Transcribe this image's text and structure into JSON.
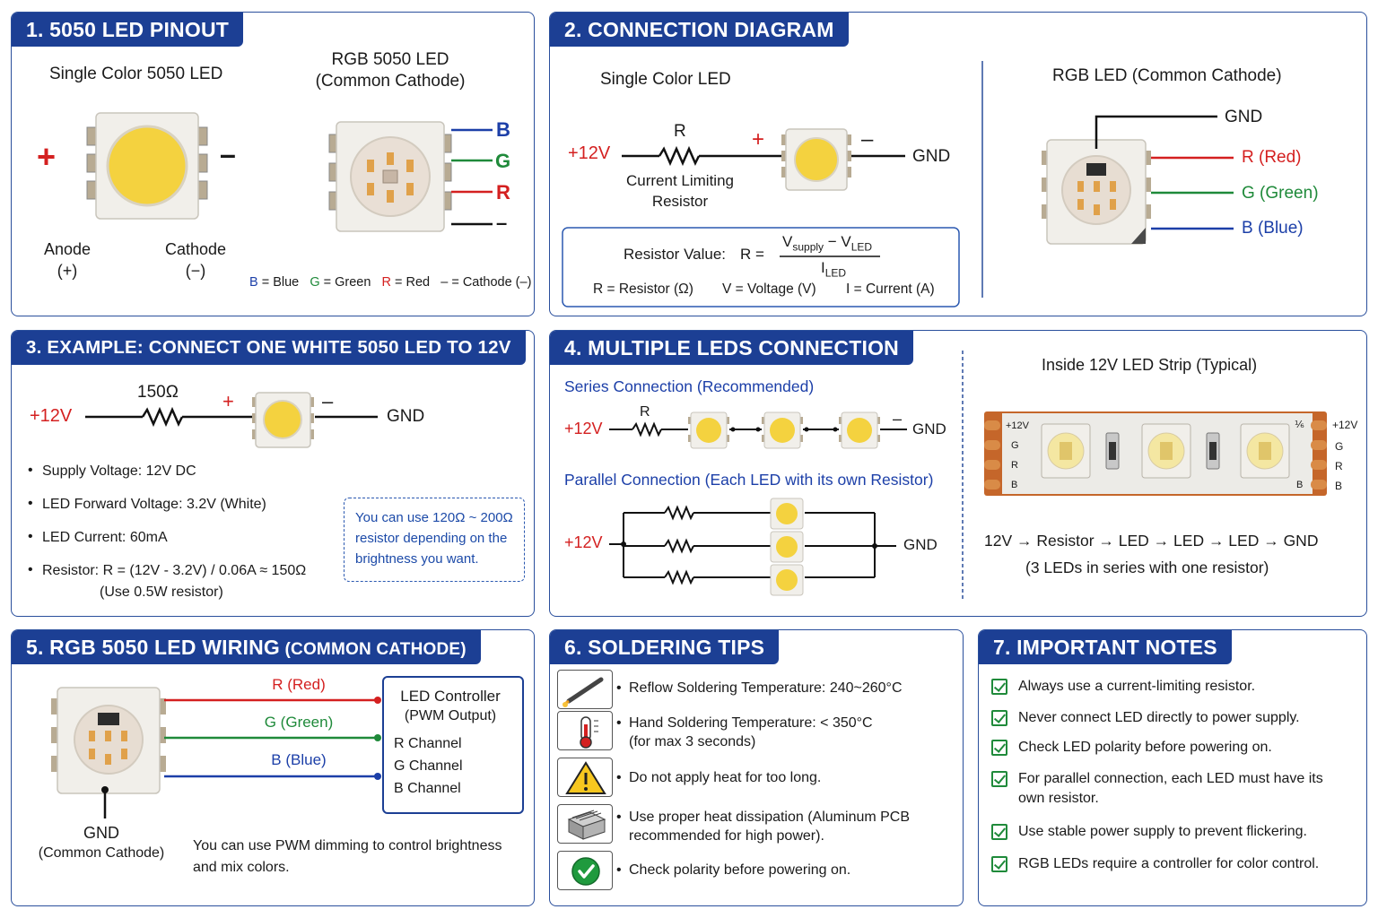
{
  "colors": {
    "title_bg": "#1c3f94",
    "border": "#2a4f9c",
    "red": "#d42020",
    "green": "#1f8a3a",
    "blue": "#1c3fa8",
    "black": "#111111"
  },
  "panel1": {
    "title": "1. 5050 LED PINOUT",
    "single_title": "Single Color 5050 LED",
    "plus": "+",
    "minus": "–",
    "anode": "Anode",
    "anode_sign": "(+)",
    "cathode": "Cathode",
    "cathode_sign": "(−)",
    "rgb_title_1": "RGB 5050 LED",
    "rgb_title_2": "(Common Cathode)",
    "pins": [
      "B",
      "G",
      "R",
      "–"
    ],
    "legend": [
      {
        "key": "B",
        "text": " = Blue"
      },
      {
        "key": "G",
        "text": " = Green"
      },
      {
        "key": "R",
        "text": " = Red"
      },
      {
        "key": "–",
        "text": " = Cathode (–)"
      }
    ]
  },
  "panel2": {
    "title": "2. CONNECTION DIAGRAM",
    "single_title": "Single Color LED",
    "vplus": "+12V",
    "r_label": "R",
    "plus": "+",
    "minus": "–",
    "gnd": "GND",
    "resistor_caption_1": "Current Limiting",
    "resistor_caption_2": "Resistor",
    "formula_label": "Resistor Value:",
    "formula_r": "R =",
    "num_v": "V",
    "num_supply": "supply",
    "num_minus": " − V",
    "num_led": "LED",
    "den_i": "I",
    "den_led": "LED",
    "legend_r": "R = Resistor (Ω)",
    "legend_v": "V = Voltage (V)",
    "legend_i": "I = Current (A)",
    "rgb_title": "RGB LED (Common Cathode)",
    "rgb_pins": [
      "GND",
      "R (Red)",
      "G (Green)",
      "B (Blue)"
    ]
  },
  "panel3": {
    "title": "3. EXAMPLE: CONNECT ONE WHITE 5050 LED TO 12V",
    "vplus": "+12V",
    "resistor": "150Ω",
    "plus": "+",
    "minus": "–",
    "gnd": "GND",
    "bullets": [
      "Supply Voltage: 12V DC",
      "LED Forward Voltage: 3.2V (White)",
      "LED Current: 60mA",
      "Resistor: R = (12V - 3.2V) / 0.06A ≈ 150Ω"
    ],
    "bullet_sub": "(Use 0.5W resistor)",
    "note_1": "You can use 120Ω ~ 200Ω",
    "note_2": "resistor depending on the",
    "note_3": "brightness you want."
  },
  "panel4": {
    "title": "4. MULTIPLE LEDS CONNECTION",
    "series_title": "Series Connection (Recommended)",
    "vplus": "+12V",
    "r_label": "R",
    "minus": "–",
    "gnd": "GND",
    "parallel_title": "Parallel Connection (Each LED with its own Resistor)",
    "strip_title": "Inside 12V LED Strip (Typical)",
    "strip_pins": [
      "+12V",
      "G",
      "R",
      "B"
    ],
    "strip_mark": "⅙",
    "chain": "12V → Resistor → LED → LED → LED → GND",
    "chain_note": "(3 LEDs in series with one resistor)"
  },
  "panel5": {
    "title_main": "5. RGB 5050 LED WIRING",
    "title_small": " (COMMON CATHODE)",
    "wires": [
      "R (Red)",
      "G (Green)",
      "B (Blue)"
    ],
    "controller_title": "LED Controller",
    "controller_sub": "(PWM Output)",
    "channels": [
      "R Channel",
      "G Channel",
      "B Channel"
    ],
    "gnd": "GND",
    "gnd_sub": "(Common Cathode)",
    "pwm_note_1": "You can use PWM dimming to control brightness",
    "pwm_note_2": "and mix colors."
  },
  "panel6": {
    "title": "6. SOLDERING TIPS",
    "tips": [
      {
        "icon": "soldering-iron-icon",
        "text": "Reflow Soldering Temperature: 240~260°C"
      },
      {
        "icon": "thermometer-icon",
        "text": "Hand Soldering Temperature: < 350°C",
        "text2": "(for max 3 seconds)"
      },
      {
        "icon": "warning-icon",
        "text": "Do not apply heat for too long."
      },
      {
        "icon": "heatsink-icon",
        "text": "Use proper heat dissipation (Aluminum PCB",
        "text2": "recommended for high power)."
      },
      {
        "icon": "check-circle-icon",
        "text": "Check polarity before powering on."
      }
    ]
  },
  "panel7": {
    "title": "7. IMPORTANT NOTES",
    "notes": [
      {
        "text": "Always use a current-limiting resistor."
      },
      {
        "text": "Never connect LED directly to power supply."
      },
      {
        "text": "Check LED polarity before powering on."
      },
      {
        "text": "For parallel connection, each LED must have its",
        "text2": "own resistor."
      },
      {
        "text": "Use stable power supply to prevent flickering."
      },
      {
        "text": "RGB LEDs require a controller for color control."
      }
    ]
  }
}
